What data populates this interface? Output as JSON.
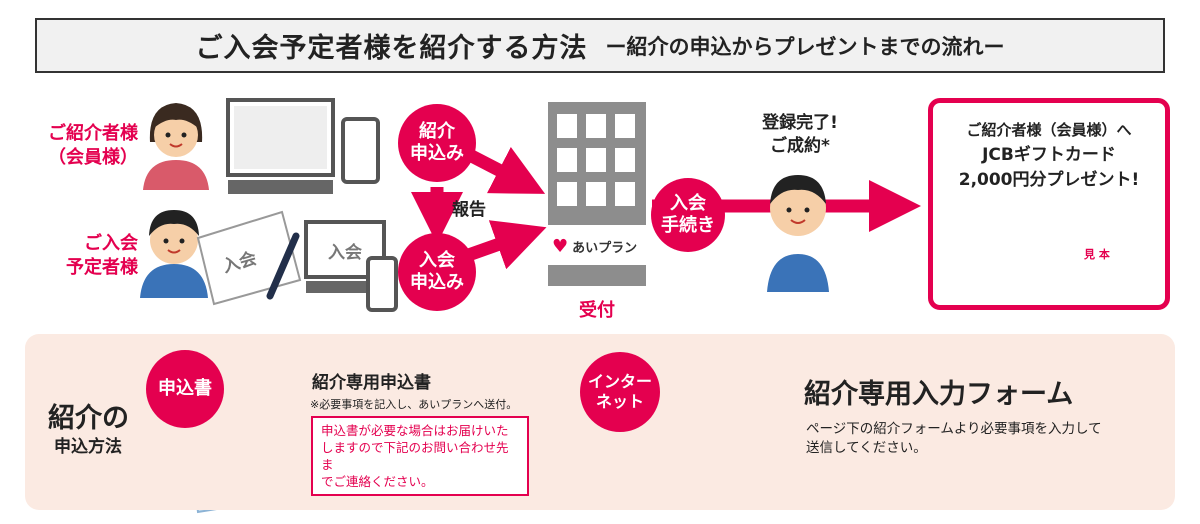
{
  "title": {
    "main": "ご入会予定者様を紹介する方法",
    "sub": "ー紹介の申込からプレゼントまでの流れー"
  },
  "flow": {
    "referrer_label": [
      "ご紹介者様",
      "（会員様）"
    ],
    "prospect_label": [
      "ご入会",
      "予定者様"
    ],
    "form_text": "入会",
    "screen_text": "入会",
    "referral_circle": [
      "紹介",
      "申込み"
    ],
    "report_label": "報告",
    "join_circle": [
      "入会",
      "申込み"
    ],
    "building_logo": "あいプラン",
    "reception_label": "受付",
    "procedure_circle": [
      "入会",
      "手続き"
    ],
    "complete_label": [
      "登録完了!",
      "ご成約*"
    ]
  },
  "gift": {
    "line1": "ご紹介者様（会員様）へ",
    "line2": "JCBギフトカード",
    "line3": "2,000円分プレゼント!",
    "card_text": "見 本"
  },
  "method": {
    "heading": "紹介の",
    "subheading": "申込方法",
    "paper_badge": "申込書",
    "paper_title": "紹介専用申込書",
    "paper_note": "※必要事項を記入し、あいプランへ送付。",
    "paper_box": [
      "申込書が必要な場合はお届けいた",
      "しますので下記のお問い合わせ先ま",
      "でご連絡ください。"
    ],
    "net_badge": [
      "インター",
      "ネット"
    ],
    "net_title": "紹介専用入力フォーム",
    "net_desc": [
      "ページ下の紹介フォームより必要事項を入力して",
      "送信してください。"
    ]
  },
  "colors": {
    "accent": "#e4004f",
    "panel": "#fbeae2",
    "title_bg": "#f1f1f1"
  }
}
